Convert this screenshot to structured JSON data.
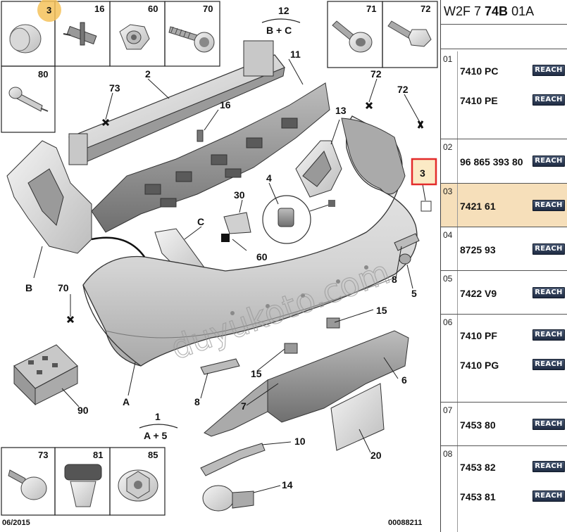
{
  "sidebar": {
    "title_prefix": "W2F 7",
    "title_bold": "74B",
    "title_suffix": "01A",
    "groups": [
      {
        "num": "01",
        "refs": [
          {
            "code": "7410 PC",
            "badge": "REACH"
          },
          {
            "code": "7410 PE",
            "badge": "REACH"
          }
        ]
      },
      {
        "num": "02",
        "refs": [
          {
            "code": "96 865 393 80",
            "badge": "REACH"
          }
        ]
      },
      {
        "num": "03",
        "refs": [
          {
            "code": "7421 61",
            "badge": "REACH"
          }
        ],
        "selected": true
      },
      {
        "num": "04",
        "refs": [
          {
            "code": "8725 93",
            "badge": "REACH"
          }
        ]
      },
      {
        "num": "05",
        "refs": [
          {
            "code": "7422 V9",
            "badge": "REACH"
          }
        ]
      },
      {
        "num": "06",
        "refs": [
          {
            "code": "7410 PF",
            "badge": "REACH"
          },
          {
            "code": "7410 PG",
            "badge": "REACH"
          }
        ]
      },
      {
        "num": "07",
        "refs": [
          {
            "code": "7453 80",
            "badge": "REACH"
          }
        ]
      },
      {
        "num": "08",
        "refs": [
          {
            "code": "7453 82",
            "badge": "REACH"
          },
          {
            "code": "7453 81",
            "badge": "REACH"
          }
        ]
      }
    ]
  },
  "diagram": {
    "watermark": "duyukoto.com",
    "date_code": "06/2015",
    "drawing_number": "00088211",
    "highlight_color": "#e32b2b",
    "highlight_fill": "#f4c25a",
    "top_boxes": [
      "3",
      "16",
      "60",
      "70",
      "71",
      "72",
      "80"
    ],
    "bottom_boxes": [
      "73",
      "81",
      "85"
    ],
    "kit_12": {
      "num": "12",
      "formula": "B + C"
    },
    "kit_1": {
      "num": "1",
      "formula": "A + 5"
    },
    "labels": {
      "l11": "11",
      "l2": "2",
      "l73": "73",
      "l16": "16",
      "l72a": "72",
      "l72b": "72",
      "l13": "13",
      "l3": "3",
      "l4": "4",
      "l30": "30",
      "lC": "C",
      "l60": "60",
      "lB": "B",
      "l70": "70",
      "l8a": "8",
      "l5": "5",
      "l15a": "15",
      "l15b": "15",
      "l6": "6",
      "l7": "7",
      "l8b": "8",
      "lA": "A",
      "l90": "90",
      "l10": "10",
      "l20": "20",
      "l14": "14"
    }
  }
}
